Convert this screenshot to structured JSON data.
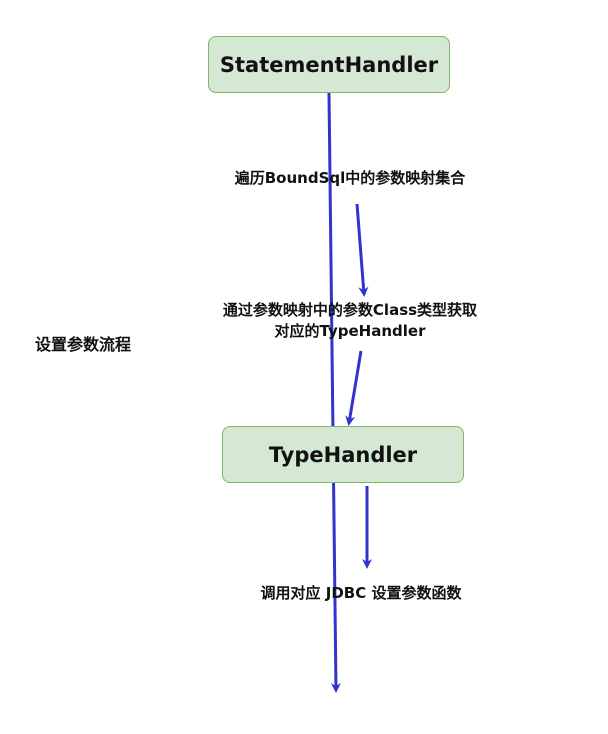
{
  "diagram": {
    "nodes": {
      "statement_handler": "StatementHandler",
      "type_handler": "TypeHandler"
    },
    "labels": {
      "iterate": "遍历BoundSql中的参数映射集合",
      "obtain_line1": "通过参数映射中的参数Class类型获取",
      "obtain_line2": "对应的TypeHandler",
      "invoke": "调用对应 JDBC 设置参数函数",
      "flow_title": "设置参数流程"
    },
    "colors": {
      "node_fill": "#d5e8d4",
      "node_border": "#82b366",
      "arrow": "#3333cc",
      "text": "#111111"
    }
  }
}
